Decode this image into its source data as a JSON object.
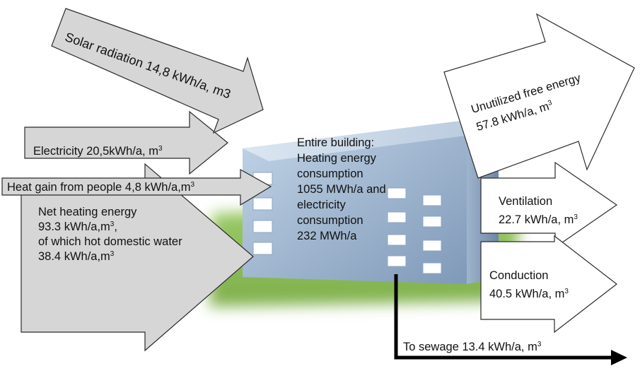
{
  "colors": {
    "input_arrow_fill": "#d6d6d6",
    "output_arrow_fill": "#ffffff",
    "arrow_stroke": "#2a2a2a",
    "lawn": "#8fc05c",
    "building_face": "#a9bfd8",
    "window": "#ffffff"
  },
  "inputs": {
    "solar": {
      "text": "Solar radiation 14,8 kWh/a, m3"
    },
    "electricity": {
      "text": "Electricity 20,5kWh/a, m",
      "sup": "3"
    },
    "people": {
      "text": "Heat gain from people 4,8 kWh/a,m",
      "sup": "3"
    },
    "net_heating": {
      "line1": "Net heating energy",
      "line2": "93.3 kWh/a,m",
      "line2_sup": "3",
      "line2_tail": ",",
      "line3": "of which hot domestic water",
      "line4": "38.4 kWh/a,m",
      "line4_sup": "3"
    }
  },
  "building": {
    "lines": [
      "Entire building:",
      "Heating energy",
      "consumption",
      "1055 MWh/a and",
      "electricity",
      "consumption",
      "232 MWh/a"
    ]
  },
  "outputs": {
    "unutilized": {
      "line1": "Unutilized free energy",
      "line2": "57.8 kWh/a, m",
      "sup": "3"
    },
    "ventilation": {
      "line1": "Ventilation",
      "line2": "22.7 kWh/a, m",
      "sup": "3"
    },
    "conduction": {
      "line1": "Conduction",
      "line2": "40.5 kWh/a, m",
      "sup": "3"
    },
    "sewage": {
      "text": "To sewage 13.4 kWh/a, m",
      "sup": "3"
    }
  }
}
